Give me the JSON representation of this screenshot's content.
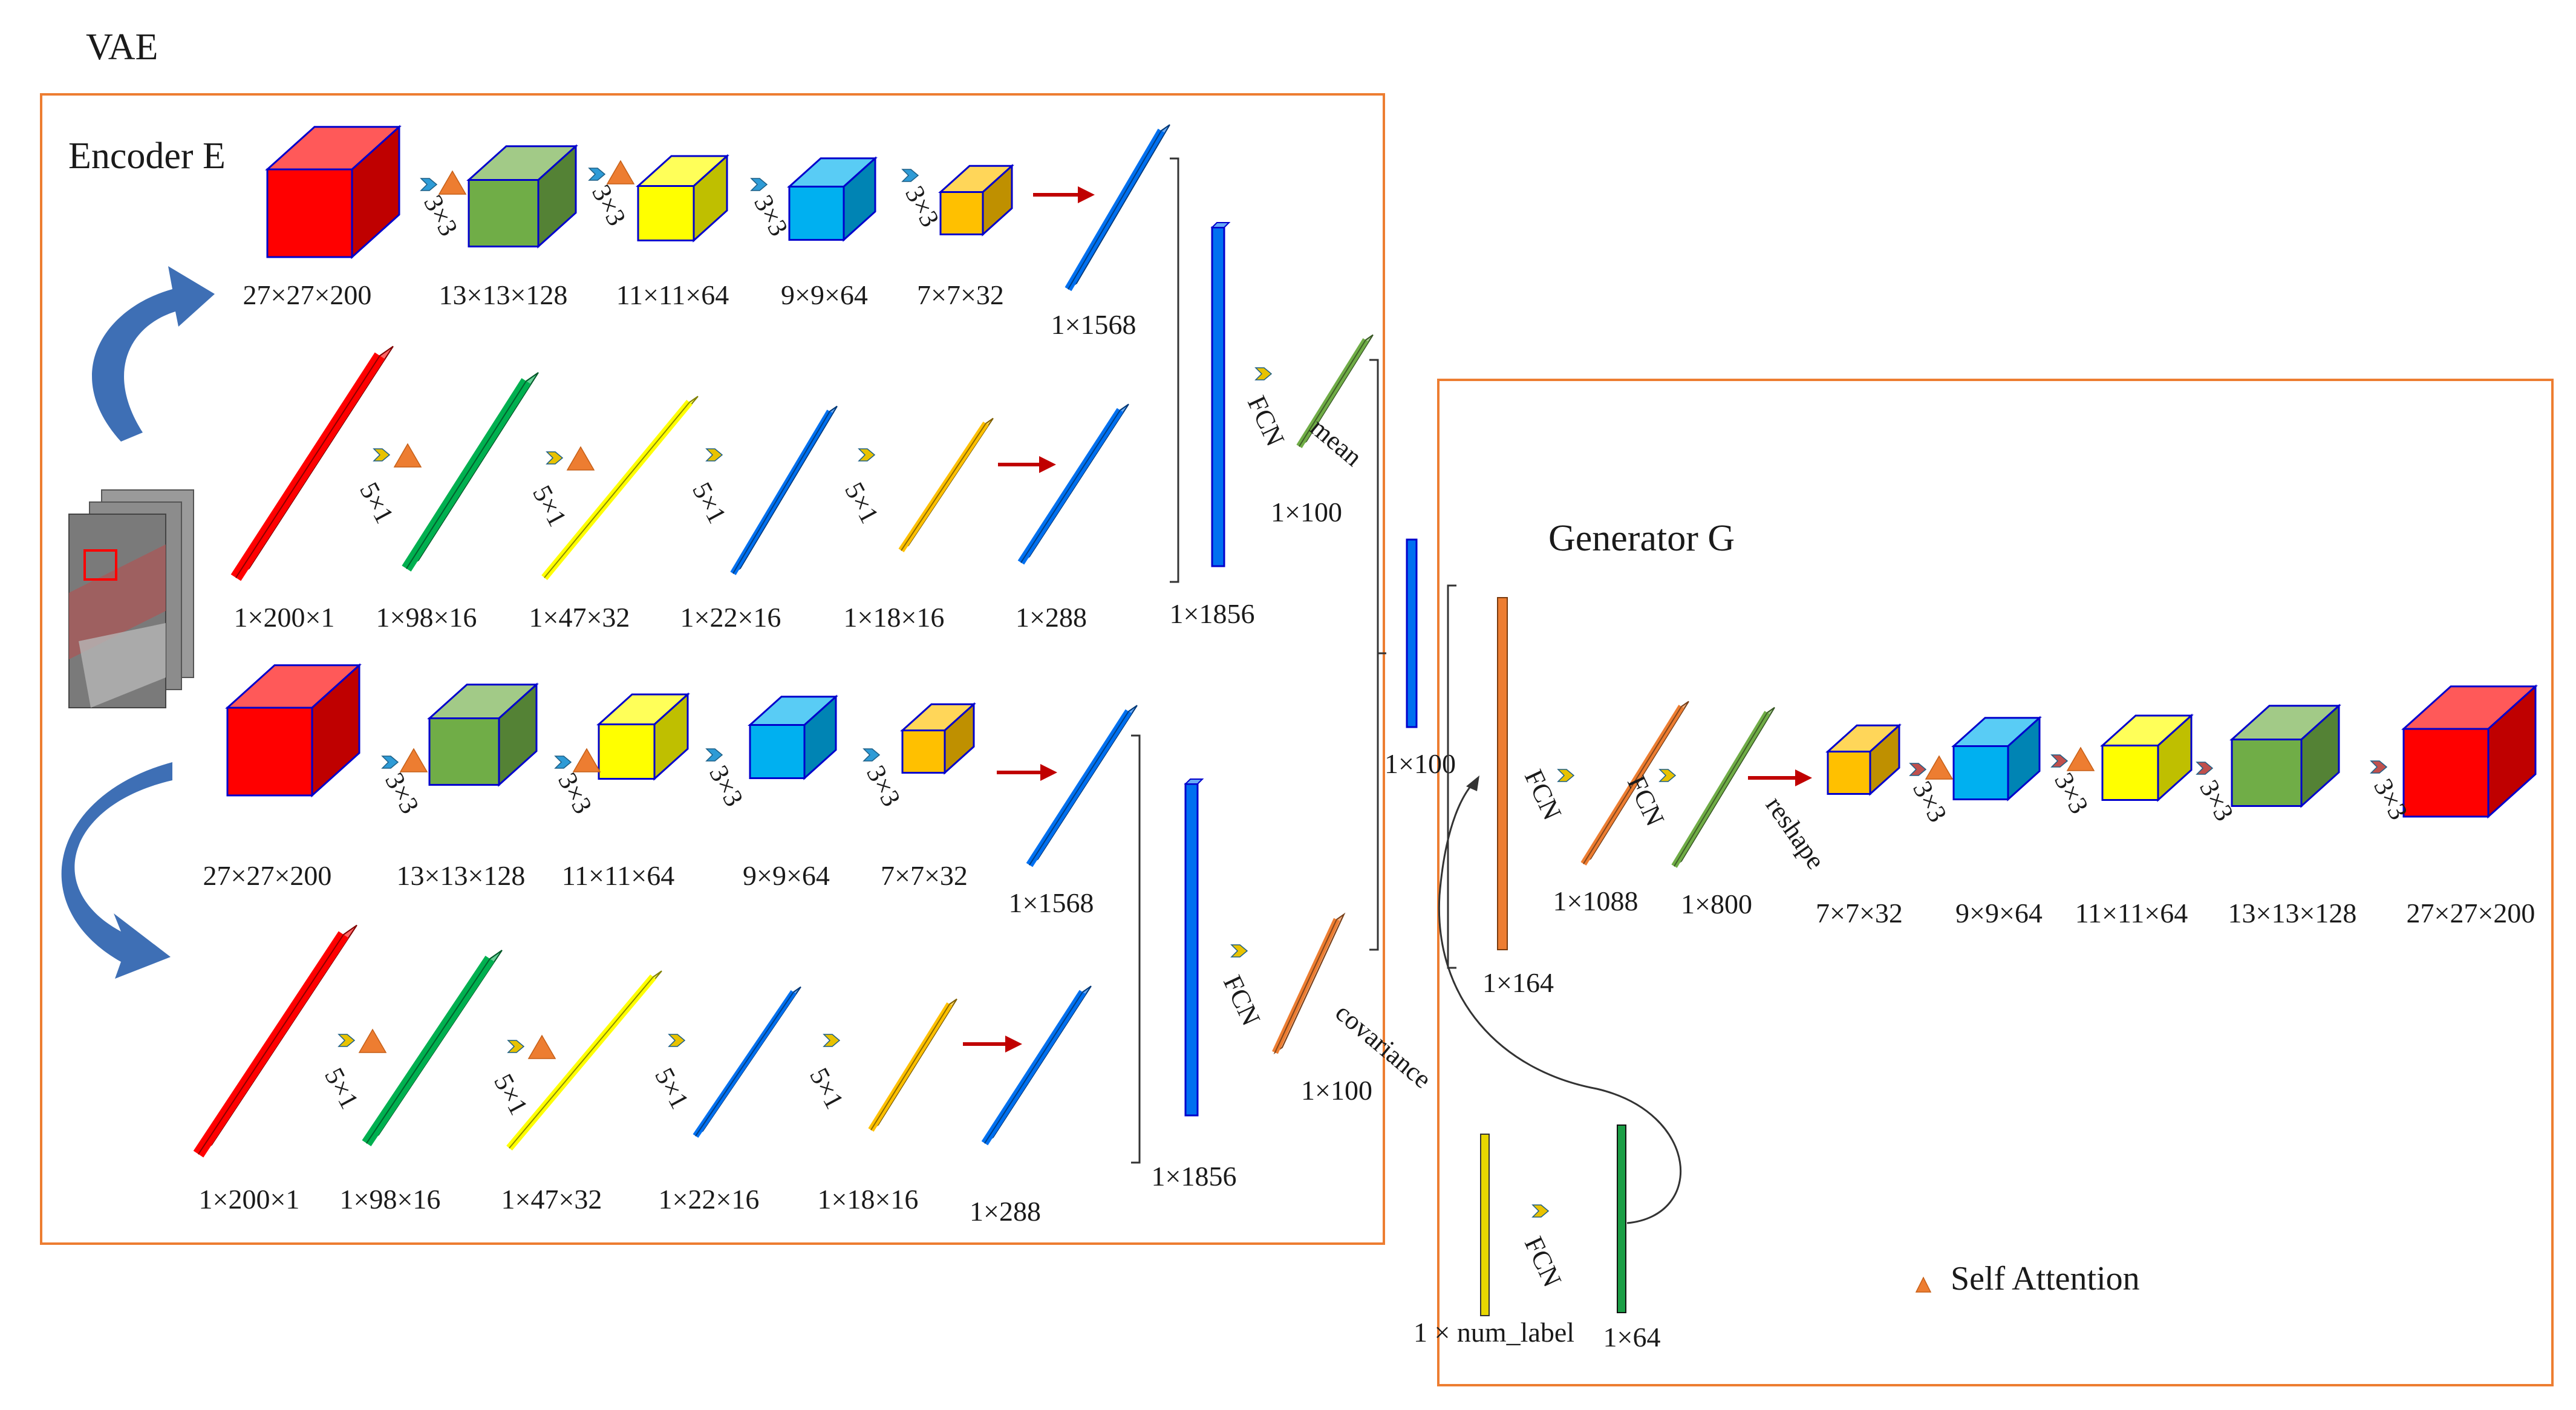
{
  "vae_title": "VAE",
  "encoder_title": "Encoder E",
  "generator_title": "Generator G",
  "legend": {
    "label": "Self Attention",
    "color": "#ED7D31"
  },
  "colors": {
    "frame": "#ED7D31",
    "red": "#FF0000",
    "green_cube": "#70AD47",
    "green_bar": "#00B050",
    "yellow": "#FFFF00",
    "cyan": "#00B0F0",
    "orange": "#FFC000",
    "blue": "#0070F0",
    "edge": "#0000CC",
    "arrow": "#C00000",
    "curve_arrow": "#3E6FB5"
  },
  "branch1_3d": {
    "dims": [
      "27×27×200",
      "13×13×128",
      "11×11×64",
      "9×9×64",
      "7×7×32"
    ],
    "kernels": [
      "3×3",
      "3×3",
      "3×3",
      "3×3"
    ],
    "flat": "1×1568"
  },
  "branch1_1d": {
    "dims": [
      "1×200×1",
      "1×98×16",
      "1×47×32",
      "1×22×16",
      "1×18×16"
    ],
    "kernels": [
      "5×1",
      "5×1",
      "5×1",
      "5×1"
    ],
    "flat": "1×288"
  },
  "branch1_concat": "1×1856",
  "mean": {
    "fcn": "FCN",
    "name": "mean",
    "dim": "1×100"
  },
  "branch2_3d": {
    "dims": [
      "27×27×200",
      "13×13×128",
      "11×11×64",
      "9×9×64",
      "7×7×32"
    ],
    "kernels": [
      "3×3",
      "3×3",
      "3×3",
      "3×3"
    ],
    "flat": "1×1568"
  },
  "branch2_1d": {
    "dims": [
      "1×200×1",
      "1×98×16",
      "1×47×32",
      "1×22×16",
      "1×18×16"
    ],
    "kernels": [
      "5×1",
      "5×1",
      "5×1",
      "5×1"
    ],
    "flat": "1×288"
  },
  "branch2_concat": "1×1856",
  "covariance": {
    "fcn": "FCN",
    "name": "covariance",
    "dim": "1×100"
  },
  "latent": "1×100",
  "label": {
    "input": "1 × num_label",
    "fcn": "FCN",
    "output": "1×64"
  },
  "generator": {
    "input": "1×164",
    "fcn1": "FCN",
    "fcn1_dim": "1×1088",
    "fcn2": "FCN",
    "fcn2_dim": "1×800",
    "reshape": "reshape",
    "dims": [
      "7×7×32",
      "9×9×64",
      "11×11×64",
      "13×13×128",
      "27×27×200"
    ],
    "kernels": [
      "3×3",
      "3×3",
      "3×3",
      "3×3"
    ]
  }
}
